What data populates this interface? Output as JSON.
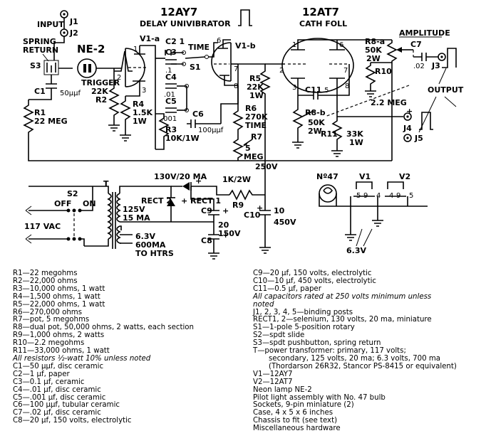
{
  "schematic": {
    "tube1": "12AY7",
    "tube1_function": "DELAY UNIVIBRATOR",
    "tube2": "12AT7",
    "tube2_function": "CATH FOLL",
    "v1a": "V1-a",
    "v1b": "V1-b",
    "neon": "NE-2",
    "trigger": "TRIGGER",
    "input": "INPUT",
    "j1": "J1",
    "j2": "J2",
    "j3": "J3",
    "j4": "J4",
    "j5": "J5",
    "spring_return": "SPRING\nRETURN",
    "s3": "S3",
    "c1": "C1",
    "c1_val": "50μμf",
    "r1": "R1",
    "r1_val": "22 MEG",
    "r2": "22K\nR2",
    "r4": "R4\n1.5K\n1W",
    "r3": "R3\n10K/1W",
    "c2": "C2",
    "c2_val": "1",
    "c3": "C3",
    "c3_val": ".1",
    "c4": "C4",
    "c4_val": ".01",
    "c5": "C5",
    "c5_val": ".001",
    "c6": "C6",
    "c6_val": "100μμf",
    "time": "TIME",
    "s1": "S1",
    "r5": "R5\n22K\n1W",
    "r6": "R6\n270K",
    "r6_time": "TIME",
    "r7": "R7",
    "r7_val": "5\nMEG",
    "v250": "250V",
    "amplitude": "AMPLITUDE",
    "r8a": "R8-a",
    "r8a_val": "50K\n2W",
    "r8b": "R8-b",
    "r8b_val": "50K\n2W",
    "r10": "R10",
    "r10_val": "2.2 MEG",
    "r11": "R11",
    "r11_val": "33K\n1W",
    "c7": "C7",
    "c7_val": ".02",
    "c11": "C11",
    "c11_val": ".5",
    "output": "OUTPUT",
    "rect2": "RECT 2",
    "rect1": "RECT 1",
    "rect_rating": "130V/20 MA",
    "r9": "R9",
    "r9_val": "1K/2W",
    "c9": "C9",
    "c8": "C8",
    "c9c8_val": "20\n150V",
    "c10": "C10",
    "c10_val": "10\n450V",
    "t": "T",
    "s2": "S2",
    "off": "OFF",
    "on": "ON",
    "vac": "117 VAC",
    "sec_hv": "125V\n15 MA",
    "sec_lv": "6.3V\n600MA\nTO HTRS",
    "no47": "Nº47",
    "v1": "V1",
    "v2": "V2",
    "v1_pins": "5 9 4",
    "v2_pins": "4 9 5",
    "v63": "6.3V",
    "pins": [
      "1",
      "2",
      "3",
      "6",
      "7",
      "8",
      "1",
      "2",
      "3",
      "6",
      "7",
      "8"
    ]
  },
  "parts_left": [
    "R1—22 megohms",
    "R2—22,000 ohms",
    "R3—10,000 ohms, 1 watt",
    "R4—1,500 ohms, 1 watt",
    "R5—22,000 ohms, 1 watt",
    "R6—270,000 ohms",
    "R7—pot, 5 megohms",
    "R8—dual pot, 50,000 ohms, 2 watts, each section",
    "R9—1,000 ohms, 2 watts",
    "R10—2.2 megohms",
    "R11—33,000 ohms, 1 watt",
    "All resistors ½-watt 10% unless noted",
    "C1—50 μμf, disc ceramic",
    "C2—1 μf, paper",
    "C3—0.1 μf, ceramic",
    "C4—.01 μf, disc ceramic",
    "C5—.001 μf, disc ceramic",
    "C6—100 μμf, tubular ceramic",
    "C7—.02 μf, disc ceramic",
    "C8—20 μf, 150 volts, electrolytic"
  ],
  "parts_right": [
    "C9—20 μf, 150 volts, electrolytic",
    "C10—10 μf, 450 volts, electrolytic",
    "C11—0.5 μf, paper",
    "All capacitors rated at 250 volts minimum unless",
    "noted",
    "J1, 2, 3, 4, 5—binding posts",
    "RECT1, 2—selenium, 130 volts, 20 ma, miniature",
    "S1—1-pole 5-position rotary",
    "S2—spdt slide",
    "S3—spdt pushbutton, spring return",
    "T—power transformer: primary, 117 volts;",
    "secondary, 125 volts, 20 ma; 6.3 volts, 700 ma",
    "(Thordarson 26R32, Stancor PS-8415 or equivalent)",
    "V1—12AY7",
    "V2—12AT7",
    "Neon lamp NE-2",
    "Pilot light assembly with No. 47 bulb",
    "Sockets, 9-pin miniature (2)",
    "Case, 4 x 5 x 6 inches",
    "Chassis to fit (see text)",
    "Miscellaneous hardware"
  ]
}
